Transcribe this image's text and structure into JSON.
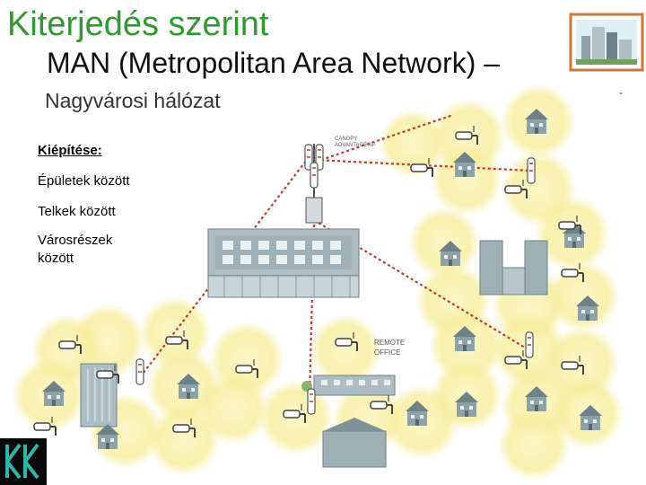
{
  "slide": {
    "title": "Kiterjedés szerint",
    "subtitle_line1": "MAN (Metropolitan Area Network) –",
    "subtitle_line2": "Nagyvárosi hálózat",
    "trailing_dash": "-",
    "sidebar": {
      "heading": "Kiépítése:",
      "items": [
        "Épületek között",
        "Telkek között",
        "Városrészek",
        "között"
      ]
    }
  },
  "diagram": {
    "canopy_label": [
      "CANOPY",
      "ADVANTAGE AP"
    ],
    "remote_office_label": [
      "REMOTE",
      "OFFICE"
    ],
    "link_color": "#c0392b",
    "halo_color": "#f6eb9c"
  },
  "logo": {
    "text": "KK",
    "colors": [
      "#2bb8a8",
      "#0a0a0a"
    ]
  }
}
